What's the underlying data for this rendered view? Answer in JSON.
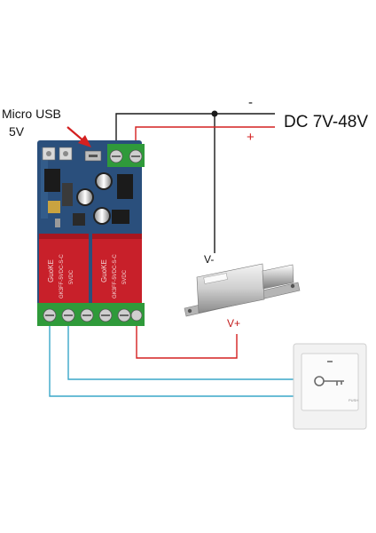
{
  "labels": {
    "usb_line1": "Micro USB",
    "usb_line2": "5V",
    "dc": "DC 7V-48V",
    "dc_minus": "-",
    "dc_plus": "+",
    "lock_minus": "V-",
    "lock_plus": "V+",
    "relay_brand": "GuoKE",
    "relay_model": "GK3FF-5VDC-S-C",
    "relay_voltage": "5VDC",
    "button_text": "PUSH"
  },
  "colors": {
    "negative_wire": "#1a1a1a",
    "positive_wire": "#d42020",
    "button_wire": "#3aa7c9",
    "pcb": "#2a4f7c",
    "relay": "#c8202a",
    "terminal": "#2f9a3a"
  },
  "icons": [
    "key-icon",
    "arrow-icon"
  ]
}
